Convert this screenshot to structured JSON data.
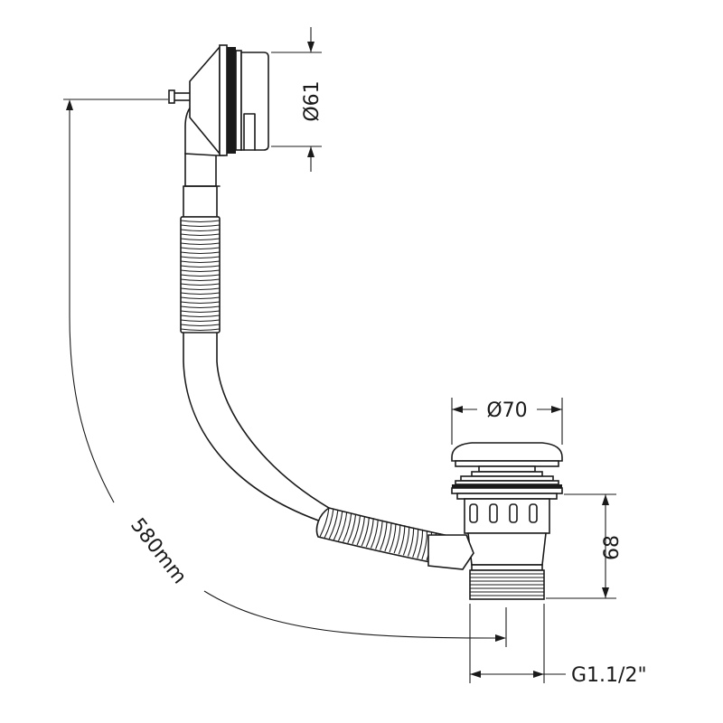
{
  "drawing": {
    "dimensions": {
      "overflow_diameter": "Ø61",
      "waste_diameter": "Ø70",
      "waste_height": "68",
      "total_length": "580mm",
      "thread_size": "G1.1/2\""
    },
    "colors": {
      "line": "#1a1a1a",
      "background": "#ffffff"
    }
  }
}
